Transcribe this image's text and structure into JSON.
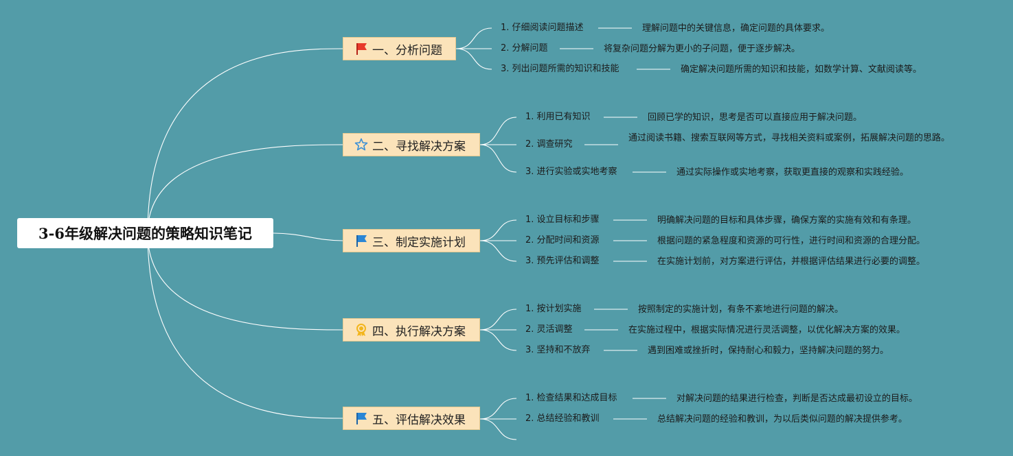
{
  "root": {
    "title": "3-6年级解决问题的策略知识笔记"
  },
  "colors": {
    "background": "#539ca8",
    "branch_fill": "#fbe3ba",
    "flag_red": "#e8392b",
    "flag_blue": "#2a86d5",
    "star_blue": "#3a8fd6",
    "medal_gold": "#f2b51d"
  },
  "branches": [
    {
      "label": "一、分析问题",
      "icon": "red-flag-icon",
      "items": [
        {
          "title": "1. 仔细阅读问题描述",
          "desc": "理解问题中的关键信息，确定问题的具体要求。"
        },
        {
          "title": "2. 分解问题",
          "desc": "将复杂问题分解为更小的子问题，便于逐步解决。"
        },
        {
          "title": "3. 列出问题所需的知识和技能",
          "desc": "确定解决问题所需的知识和技能，如数学计算、文献阅读等。"
        }
      ]
    },
    {
      "label": "二、寻找解决方案",
      "icon": "star-icon",
      "items": [
        {
          "title": "1. 利用已有知识",
          "desc": "回顾已学的知识，思考是否可以直接应用于解决问题。"
        },
        {
          "title": "2. 调查研究",
          "desc": "通过阅读书籍、搜索互联网等方式，寻找相关资料或案例，拓展解决问题的思路。"
        },
        {
          "title": "3. 进行实验或实地考察",
          "desc": "通过实际操作或实地考察，获取更直接的观察和实践经验。"
        }
      ]
    },
    {
      "label": "三、制定实施计划",
      "icon": "blue-flag-icon",
      "items": [
        {
          "title": "1. 设立目标和步骤",
          "desc": "明确解决问题的目标和具体步骤，确保方案的实施有效和有条理。"
        },
        {
          "title": "2. 分配时间和资源",
          "desc": "根据问题的紧急程度和资源的可行性，进行时间和资源的合理分配。"
        },
        {
          "title": "3. 预先评估和调整",
          "desc": "在实施计划前，对方案进行评估，并根据评估结果进行必要的调整。"
        }
      ]
    },
    {
      "label": "四、执行解决方案",
      "icon": "medal-icon",
      "items": [
        {
          "title": "1. 按计划实施",
          "desc": "按照制定的实施计划，有条不紊地进行问题的解决。"
        },
        {
          "title": "2. 灵活调整",
          "desc": "在实施过程中，根据实际情况进行灵活调整，以优化解决方案的效果。"
        },
        {
          "title": "3. 坚持和不放弃",
          "desc": "遇到困难或挫折时，保持耐心和毅力，坚持解决问题的努力。"
        }
      ]
    },
    {
      "label": "五、评估解决效果",
      "icon": "blue-flag-icon",
      "items": [
        {
          "title": "1. 检查结果和达成目标",
          "desc": "对解决问题的结果进行检查，判断是否达成最初设立的目标。"
        },
        {
          "title": "2. 总结经验和教训",
          "desc": "总结解决问题的经验和教训，为以后类似问题的解决提供参考。"
        }
      ]
    }
  ]
}
